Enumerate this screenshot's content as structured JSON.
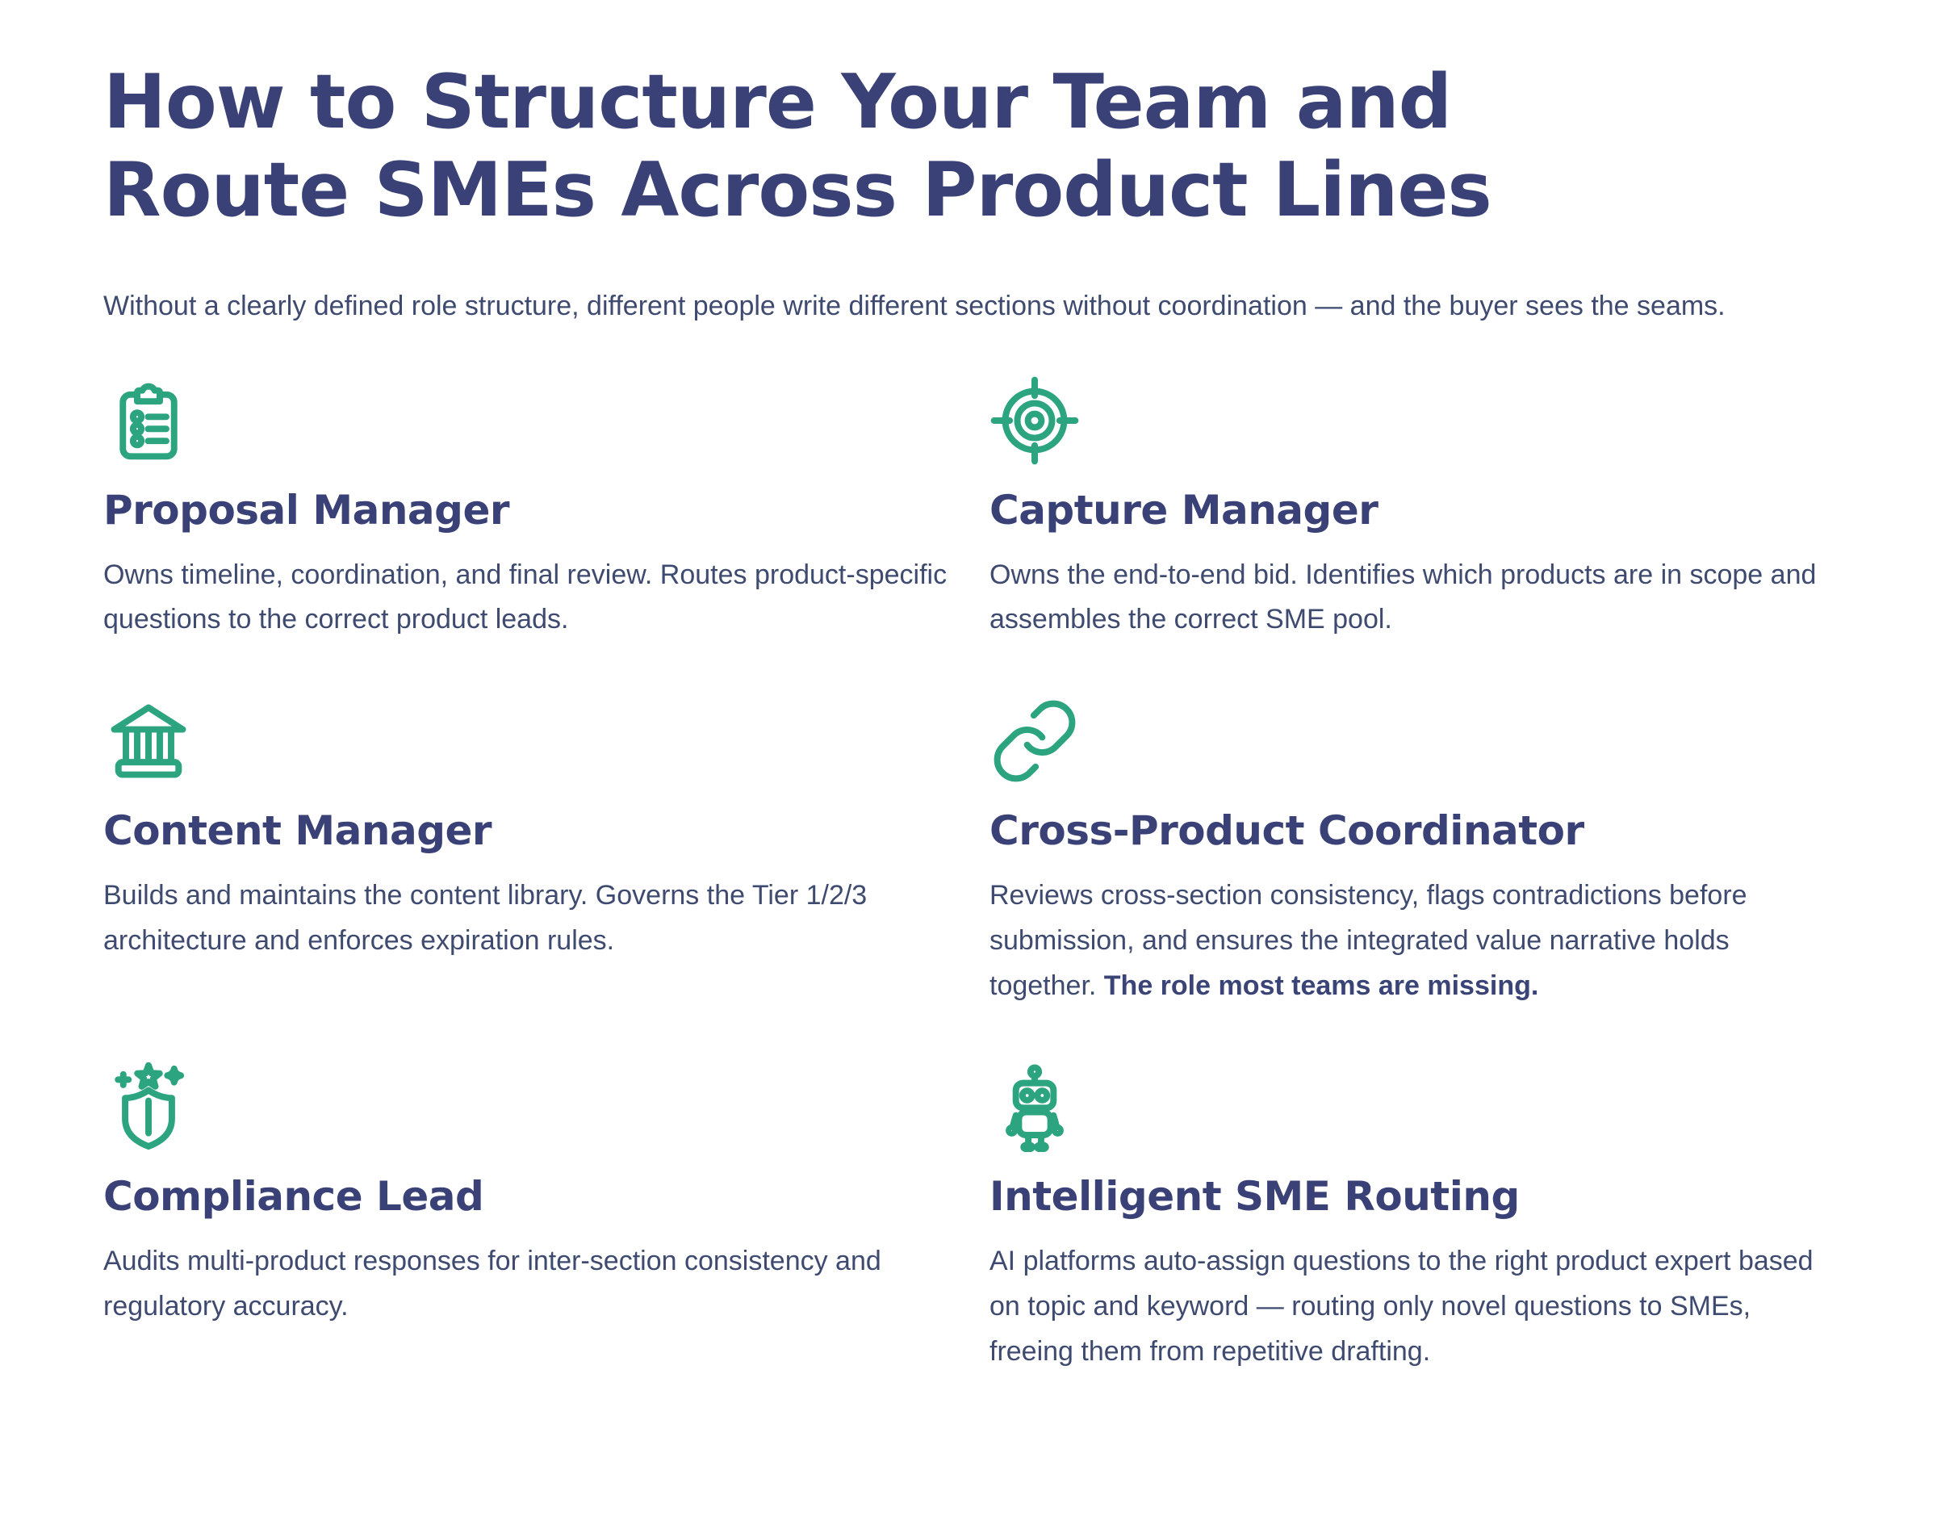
{
  "colors": {
    "heading_navy": "#3a4177",
    "body_navy": "#3e4a6f",
    "icon_green": "#2ca47f",
    "background": "#ffffff"
  },
  "header": {
    "title_line1": "How to Structure Your Team and",
    "title_line2": "Route SMEs Across Product Lines",
    "intro": "Without a clearly defined role structure, different people write different sections without coordination — and the buyer sees the seams."
  },
  "roles": [
    {
      "icon": "clipboard-list-icon",
      "title": "Proposal Manager",
      "description": "Owns timeline, coordination, and final review. Routes product-specific questions to the correct product leads."
    },
    {
      "icon": "target-icon",
      "title": "Capture Manager",
      "description": "Owns the end-to-end bid. Identifies which products are in scope and assembles the correct SME pool."
    },
    {
      "icon": "bank-icon",
      "title": "Content Manager",
      "description": "Builds and maintains the content library. Governs the Tier 1/2/3 architecture and enforces expiration rules."
    },
    {
      "icon": "link-icon",
      "title": "Cross-Product Coordinator",
      "description": "Reviews cross-section consistency, flags contradictions before submission, and ensures the integrated value narrative holds together. ",
      "description_bold": "The role most teams are missing."
    },
    {
      "icon": "shield-star-icon",
      "title": "Compliance Lead",
      "description": "Audits multi-product responses for inter-section consistency and regulatory accuracy."
    },
    {
      "icon": "robot-icon",
      "title": "Intelligent SME Routing",
      "description": "AI platforms auto-assign questions to the right product expert based on topic and keyword — routing only novel questions to SMEs, freeing them from repetitive drafting."
    }
  ]
}
